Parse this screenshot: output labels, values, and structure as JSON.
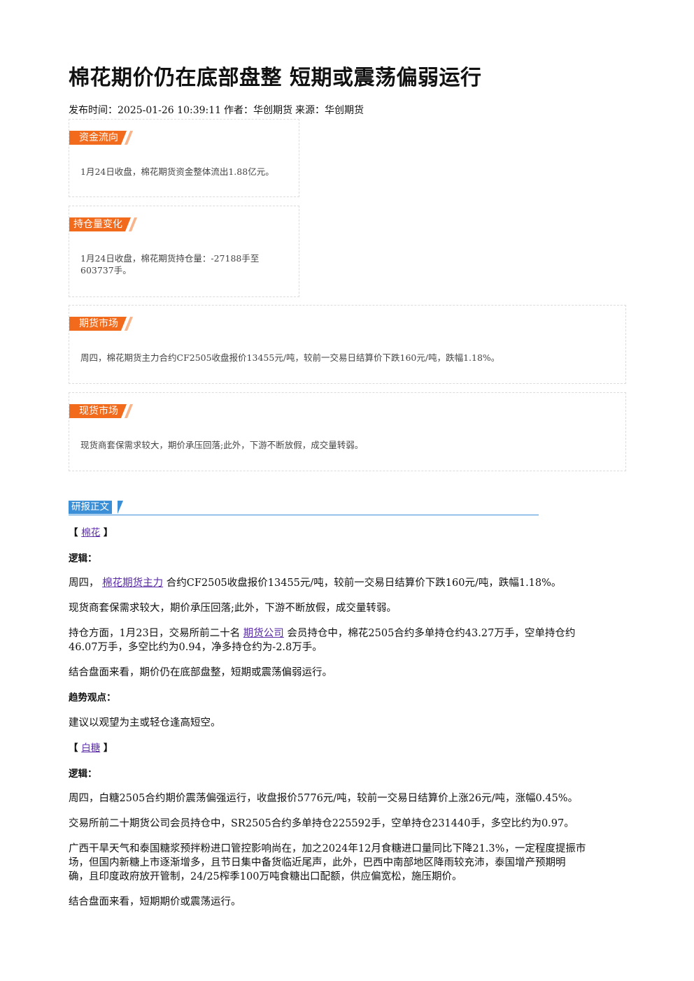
{
  "article": {
    "title": "棉花期价仍在底部盘整 短期或震荡偏弱运行",
    "publish_label": "发布时间：2025-01-26 10:39:11",
    "author_label": "作者：华创期货",
    "source_label": "来源：华创期货"
  },
  "cards": {
    "fund_flow": {
      "tag": "资金流向",
      "text": "1月24日收盘，棉花期货资金整体流出1.88亿元。"
    },
    "position": {
      "tag": "持仓量变化",
      "text_1": "1月24日收盘，棉花期货持仓量：-27188手至",
      "text_2": "603737手。"
    },
    "futures": {
      "tag": "期货市场",
      "text": "周四，棉花期货主力合约CF2505收盘报价13455元/吨，较前一交易日结算价下跌160元/吨，跌幅1.18%。"
    },
    "spot": {
      "tag": "现货市场",
      "text": "现货商套保需求较大，期价承压回落;此外，下游不断放假，成交量转弱。"
    }
  },
  "report": {
    "section_label": "研报正文",
    "cotton": {
      "bracket_open": "【",
      "name": "棉花",
      "bracket_close": "】",
      "logic_label": "逻辑：",
      "p1_pre": "周四，",
      "p1_link": "棉花期货主力",
      "p1_post": "合约CF2505收盘报价13455元/吨，较前一交易日结算价下跌160元/吨，跌幅1.18%。",
      "p2": "现货商套保需求较大，期价承压回落;此外，下游不断放假，成交量转弱。",
      "p3_pre": "持仓方面，1月23日，交易所前二十名",
      "p3_link": "期货公司",
      "p3_post_line1": "会员持仓中，棉花2505合约多单持仓约43.27万手，空单持仓约",
      "p3_line2": "46.07万手，多空比约为0.94，净多持仓约为-2.8万手。",
      "p4": "结合盘面来看，期价仍在底部盘整，短期或震荡偏弱运行。",
      "trend_label": "趋势观点：",
      "p5": "建议以观望为主或轻仓逢高短空。"
    },
    "sugar": {
      "bracket_open": "【",
      "name": "白糖",
      "bracket_close": "】",
      "logic_label": "逻辑：",
      "p1": "周四，白糖2505合约期价震荡偏强运行，收盘报价5776元/吨，较前一交易日结算价上涨26元/吨，涨幅0.45%。",
      "p2": "交易所前二十期货公司会员持仓中，SR2505合约多单持仓225592手，空单持仓231440手，多空比约为0.97。",
      "p3_line1": "广西干旱天气和泰国糖浆预拌粉进口管控影响尚在，加之2024年12月食糖进口量同比下降21.3%，一定程度提振市",
      "p3_line2": "场，但国内新糖上市逐渐增多，且节日集中备货临近尾声，此外，巴西中南部地区降雨较充沛，泰国增产预期明",
      "p3_line3": "确，且印度政府放开管制，24/25榨季100万吨食糖出口配额，供应偏宽松，施压期价。",
      "p4": "结合盘面来看，短期期价或震荡运行。"
    }
  },
  "colors": {
    "tag_orange": "#f26a1b",
    "section_blue": "#3b8fd6",
    "link_purple": "#5b2da8"
  }
}
